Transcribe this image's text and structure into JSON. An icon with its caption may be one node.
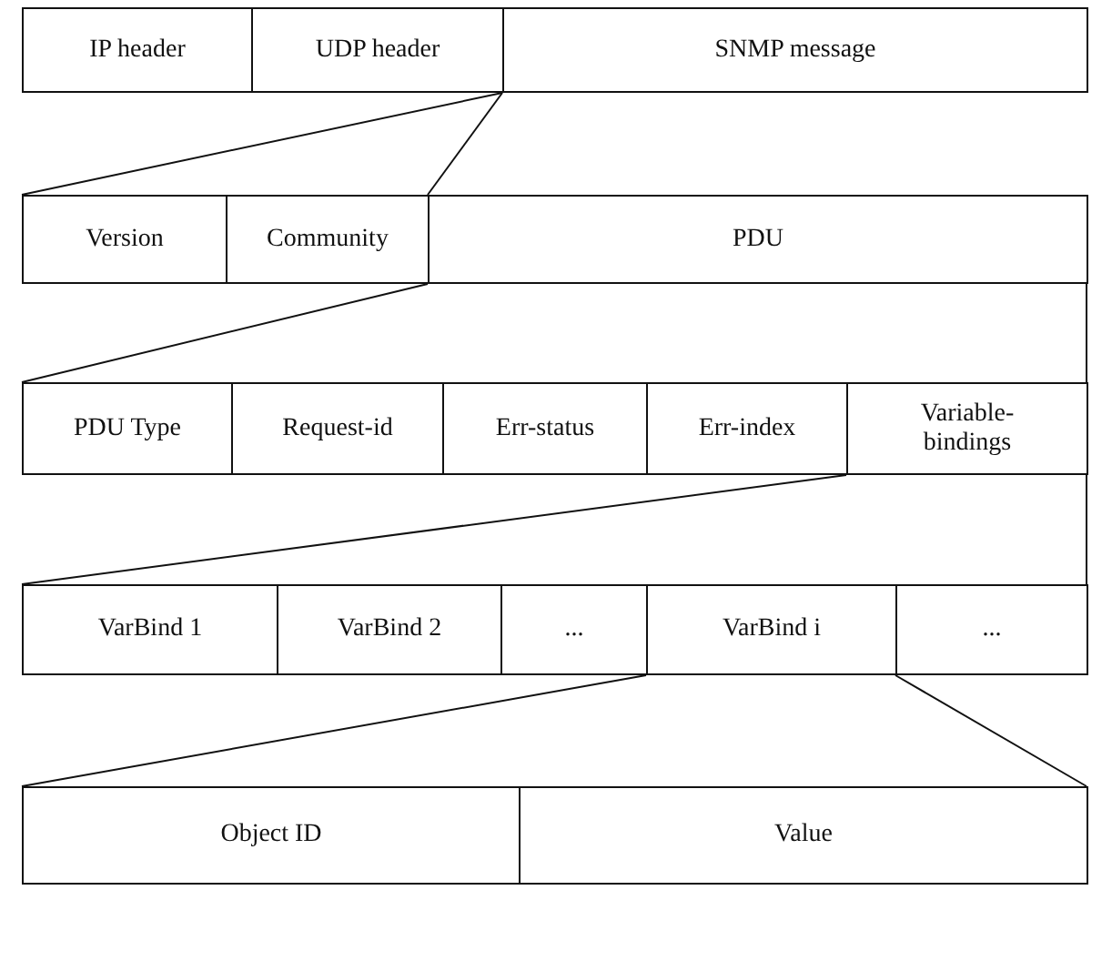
{
  "diagram": {
    "nodes": [
      {
        "text": [
          "IP header"
        ]
      },
      {
        "text": [
          "UDP header"
        ]
      },
      {
        "text": [
          "SNMP message"
        ]
      },
      {
        "text": [
          "Version"
        ]
      },
      {
        "text": [
          "Community"
        ]
      },
      {
        "text": [
          "PDU"
        ]
      },
      {
        "text": [
          "PDU Type"
        ]
      },
      {
        "text": [
          "Request-id"
        ]
      },
      {
        "text": [
          "Err-status"
        ]
      },
      {
        "text": [
          "Err-index"
        ]
      },
      {
        "text": [
          "Variable-bindings"
        ]
      },
      {
        "text": [
          "VarBind 1"
        ]
      },
      {
        "text": [
          "VarBind 2"
        ]
      },
      {
        "text": [
          "..."
        ]
      },
      {
        "text": [
          "VarBind i"
        ]
      },
      {
        "text": [
          "..."
        ]
      },
      {
        "text": [
          "Object ID"
        ]
      },
      {
        "text": [
          "Value"
        ]
      }
    ],
    "edges": [
      {
        "from": 2,
        "to": 3,
        "arrow": "none"
      },
      {
        "from": 2,
        "to": 5,
        "arrow": "none"
      },
      {
        "from": 5,
        "to": 6,
        "arrow": "none"
      },
      {
        "from": 5,
        "to": 10,
        "arrow": "none"
      },
      {
        "from": 10,
        "to": 11,
        "arrow": "none"
      },
      {
        "from": 10,
        "to": 15,
        "arrow": "none"
      },
      {
        "from": 14,
        "to": 16,
        "arrow": "none"
      },
      {
        "from": 14,
        "to": 17,
        "arrow": "none"
      }
    ]
  }
}
